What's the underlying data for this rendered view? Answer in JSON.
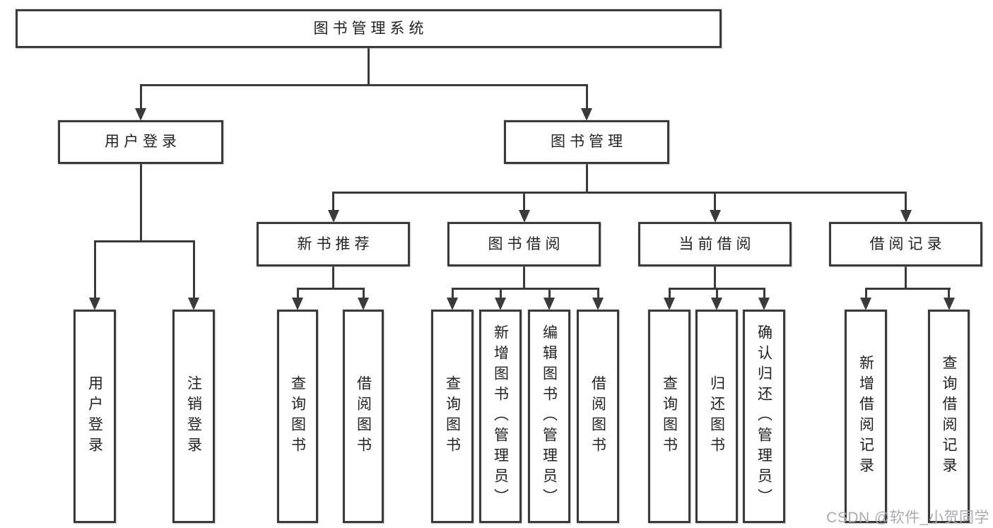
{
  "diagram": {
    "title": "图书管理系统",
    "watermark": "CSDN @软件_小贺同学",
    "colors": {
      "line": "#3a3a3a",
      "box_border": "#3a3a3a",
      "box_fill": "#ffffff",
      "text": "#222222",
      "background": "#ffffff",
      "watermark": "#aaabb0"
    },
    "nodes": [
      {
        "id": "root",
        "label": "图书管理系统",
        "parent": null,
        "orientation": "horizontal"
      },
      {
        "id": "user-login",
        "label": "用户登录",
        "parent": "root",
        "orientation": "horizontal"
      },
      {
        "id": "book-mgmt",
        "label": "图书管理",
        "parent": "root",
        "orientation": "horizontal"
      },
      {
        "id": "new-book-rec",
        "label": "新书推荐",
        "parent": "book-mgmt",
        "orientation": "horizontal"
      },
      {
        "id": "book-borrowing",
        "label": "图书借阅",
        "parent": "book-mgmt",
        "orientation": "horizontal"
      },
      {
        "id": "current-borrowing",
        "label": "当前借阅",
        "parent": "book-mgmt",
        "orientation": "horizontal"
      },
      {
        "id": "borrowing-records",
        "label": "借阅记录",
        "parent": "book-mgmt",
        "orientation": "horizontal"
      },
      {
        "id": "leaf-user-login",
        "label": "用户登录",
        "parent": "user-login",
        "orientation": "vertical"
      },
      {
        "id": "leaf-logout",
        "label": "注销登录",
        "parent": "user-login",
        "orientation": "vertical"
      },
      {
        "id": "leaf-query-books-1",
        "label": "查询图书",
        "parent": "new-book-rec",
        "orientation": "vertical"
      },
      {
        "id": "leaf-borrow-books-1",
        "label": "借阅图书",
        "parent": "new-book-rec",
        "orientation": "vertical"
      },
      {
        "id": "leaf-query-books-2",
        "label": "查询图书",
        "parent": "book-borrowing",
        "orientation": "vertical"
      },
      {
        "id": "leaf-add-books",
        "label": "新增图书（管理员）",
        "parent": "book-borrowing",
        "orientation": "vertical"
      },
      {
        "id": "leaf-edit-books",
        "label": "编辑图书（管理员）",
        "parent": "book-borrowing",
        "orientation": "vertical"
      },
      {
        "id": "leaf-borrow-books-2",
        "label": "借阅图书",
        "parent": "book-borrowing",
        "orientation": "vertical"
      },
      {
        "id": "leaf-query-books-3",
        "label": "查询图书",
        "parent": "current-borrowing",
        "orientation": "vertical"
      },
      {
        "id": "leaf-return-books",
        "label": "归还图书",
        "parent": "current-borrowing",
        "orientation": "vertical"
      },
      {
        "id": "leaf-confirm-return",
        "label": "确认归还（管理员）",
        "parent": "current-borrowing",
        "orientation": "vertical"
      },
      {
        "id": "leaf-add-borrow-record",
        "label": "新增借阅记录",
        "parent": "borrowing-records",
        "orientation": "vertical"
      },
      {
        "id": "leaf-query-borrow-record",
        "label": "查询借阅记录",
        "parent": "borrowing-records",
        "orientation": "vertical"
      }
    ]
  }
}
